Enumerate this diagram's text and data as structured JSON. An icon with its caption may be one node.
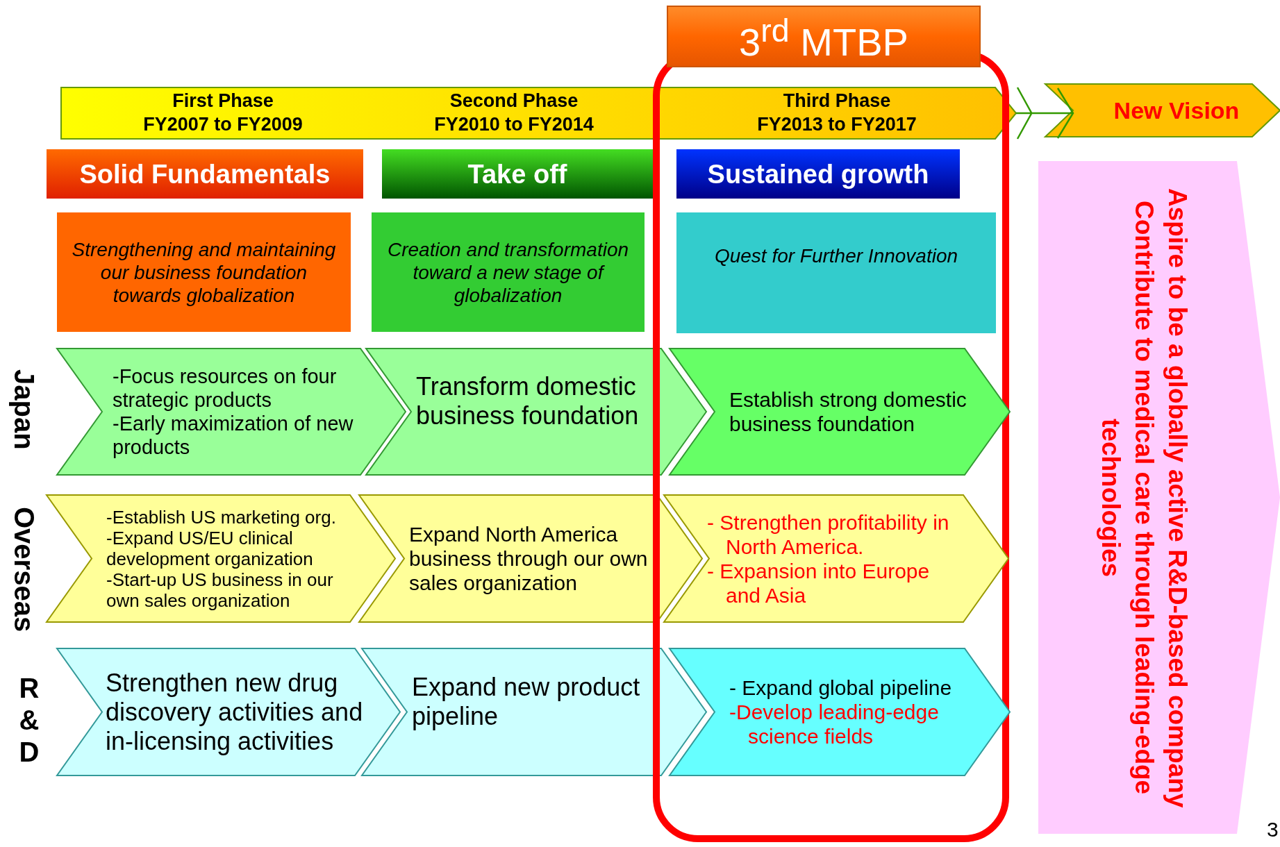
{
  "diagram": {
    "nodes": [
      {
        "text": [
          "3$^{rd}$ MTBP"
        ]
      },
      {
        "text": [],
        "shape": "box"
      },
      {
        "text": [
          "First Phase FY2007 to FY2009",
          "Second Phase FY2010 to FY2014",
          "Third Phase FY2013 to FY2017"
        ]
      },
      {
        "text": [
          "New Vision"
        ]
      },
      {
        "text": [
          "Solid Fundamentals"
        ]
      },
      {
        "text": [
          "Take off"
        ]
      },
      {
        "text": [
          "Sustained growth"
        ],
        "in": 1
      },
      {
        "text": [
          "Strengthening and maintaining our business foundation towards globalization"
        ]
      },
      {
        "text": [
          "Creation and transformation toward a new stage of globalization"
        ]
      },
      {
        "text": [
          "Quest for Further Innovation"
        ],
        "in": 1
      },
      {
        "text": [
          "-Focus resources on four strategic products",
          "-Early maximization of new products"
        ]
      },
      {
        "text": [
          "Transform domestic business foundation"
        ]
      },
      {
        "text": [
          "Establish strong domestic business foundation"
        ],
        "in": 1
      },
      {
        "text": [
          "-Establish US marketing org.",
          "-Expand US/EU clinical development organization",
          "-Start-up US business in our own sales organization"
        ]
      },
      {
        "text": [
          "Expand North America business through our own sales organization"
        ]
      },
      {
        "text": [
          "- Strengthen profitability in North America.",
          "- Expansion into Europe and Asia"
        ],
        "in": 1
      },
      {
        "text": [
          "Strengthen new drug discovery activities and in-licensing activities"
        ]
      },
      {
        "text": [
          "Expand new product pipeline"
        ]
      },
      {
        "text": [
          "- Expand global pipeline",
          "-Develop leading-edge science fields"
        ],
        "in": 1
      },
      {
        "text": [
          "Aspire to be a globally active R&D-based company",
          "Contribute to medical care through leading-edge technologies"
        ]
      }
    ],
    "edges": [
      {
        "from": 2,
        "to": 3,
        "arrow": "to"
      }
    ],
    "labels": [
      "Japan",
      "Overseas",
      "R & D",
      "3"
    ]
  }
}
